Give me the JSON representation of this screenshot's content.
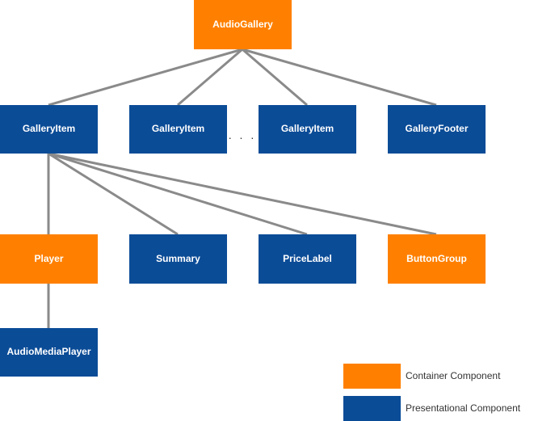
{
  "colors": {
    "container": "#ff8000",
    "presentational": "#0b4c97",
    "edge": "#8a8a8a",
    "node_text": "#ffffff"
  },
  "nodes": {
    "audio_gallery": {
      "label": "AudioGallery",
      "kind": "container"
    },
    "gallery_item_1": {
      "label": "GalleryItem",
      "kind": "presentational"
    },
    "gallery_item_2": {
      "label": "GalleryItem",
      "kind": "presentational"
    },
    "gallery_item_3": {
      "label": "GalleryItem",
      "kind": "presentational"
    },
    "gallery_footer": {
      "label": "GalleryFooter",
      "kind": "presentational"
    },
    "player": {
      "label": "Player",
      "kind": "container"
    },
    "summary": {
      "label": "Summary",
      "kind": "presentational"
    },
    "price_label": {
      "label": "PriceLabel",
      "kind": "presentational"
    },
    "button_group": {
      "label": "ButtonGroup",
      "kind": "container"
    },
    "audio_media_player": {
      "label": "AudioMediaPlayer",
      "kind": "presentational"
    }
  },
  "edges": [
    [
      "audio_gallery",
      "gallery_item_1"
    ],
    [
      "audio_gallery",
      "gallery_item_2"
    ],
    [
      "audio_gallery",
      "gallery_item_3"
    ],
    [
      "audio_gallery",
      "gallery_footer"
    ],
    [
      "gallery_item_1",
      "player"
    ],
    [
      "gallery_item_1",
      "summary"
    ],
    [
      "gallery_item_1",
      "price_label"
    ],
    [
      "gallery_item_1",
      "button_group"
    ],
    [
      "player",
      "audio_media_player"
    ]
  ],
  "ellipsis": ". . .",
  "legend": {
    "container_label": "Container Component",
    "presentational_label": "Presentational Component"
  }
}
